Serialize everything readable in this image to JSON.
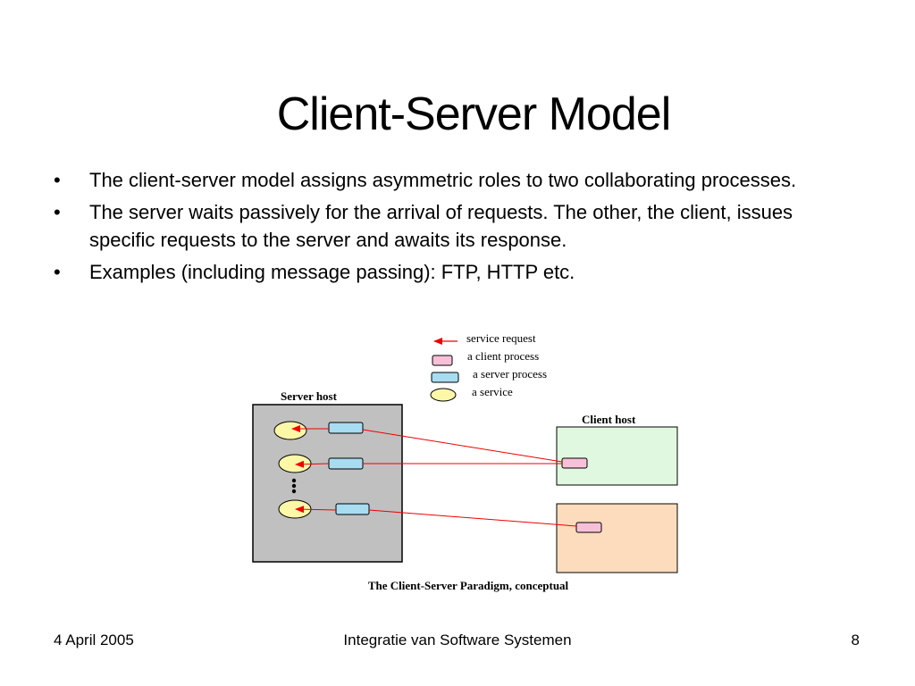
{
  "slide": {
    "title": "Client-Server Model",
    "bullets": [
      "The client-server model  assigns asymmetric roles to two collaborating processes.",
      "The server waits passively for the arrival of requests.  The other, the client, issues specific requests to the server and awaits its response.",
      "Examples (including message passing): FTP, HTTP etc."
    ],
    "bullet_symbol": "•"
  },
  "diagram": {
    "legend": {
      "service_request": "service request",
      "client_process": "a client process",
      "server_process": "a server process",
      "service": "a service"
    },
    "server_host_label": "Server host",
    "client_host_label": "Client host",
    "caption": "The Client-Server Paradigm, conceptual",
    "colors": {
      "server_host_fill": "#c0c0c0",
      "client_host_1_fill": "#e0f8e0",
      "client_host_2_fill": "#fcdcbc",
      "client_process_fill": "#f8c0d8",
      "server_process_fill": "#a8dcf0",
      "service_fill": "#fcf8a8",
      "request_arrow": "#ee0000"
    }
  },
  "footer": {
    "date": "4 April 2005",
    "course": "Integratie van Software Systemen",
    "page": "8"
  }
}
